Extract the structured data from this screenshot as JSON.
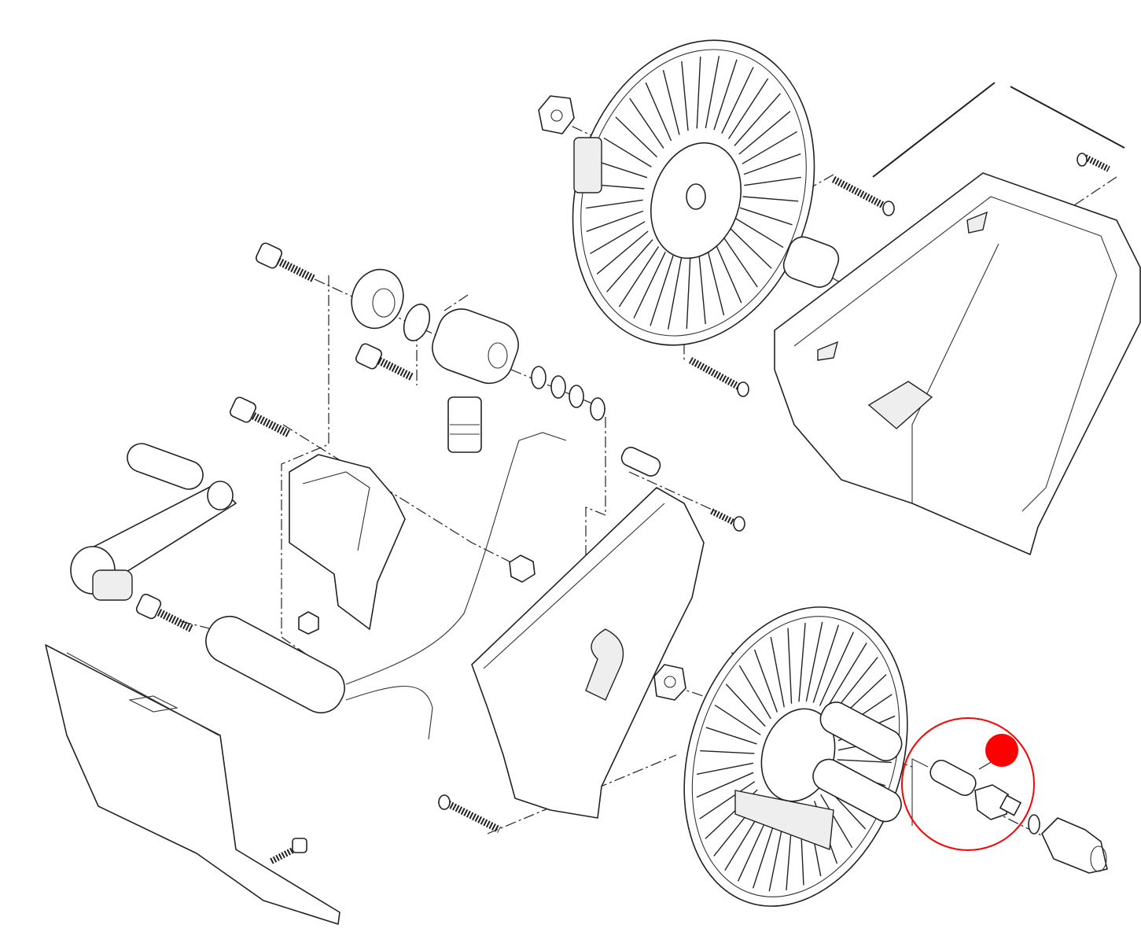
{
  "diagram": {
    "type": "exploded-parts-view",
    "highlight": {
      "shape": "circle",
      "color": "#ff0000",
      "marker_color": "#ff0000",
      "highlighted_part": "valve-cartridge"
    },
    "line_color": "#222222",
    "background": "#ffffff"
  }
}
